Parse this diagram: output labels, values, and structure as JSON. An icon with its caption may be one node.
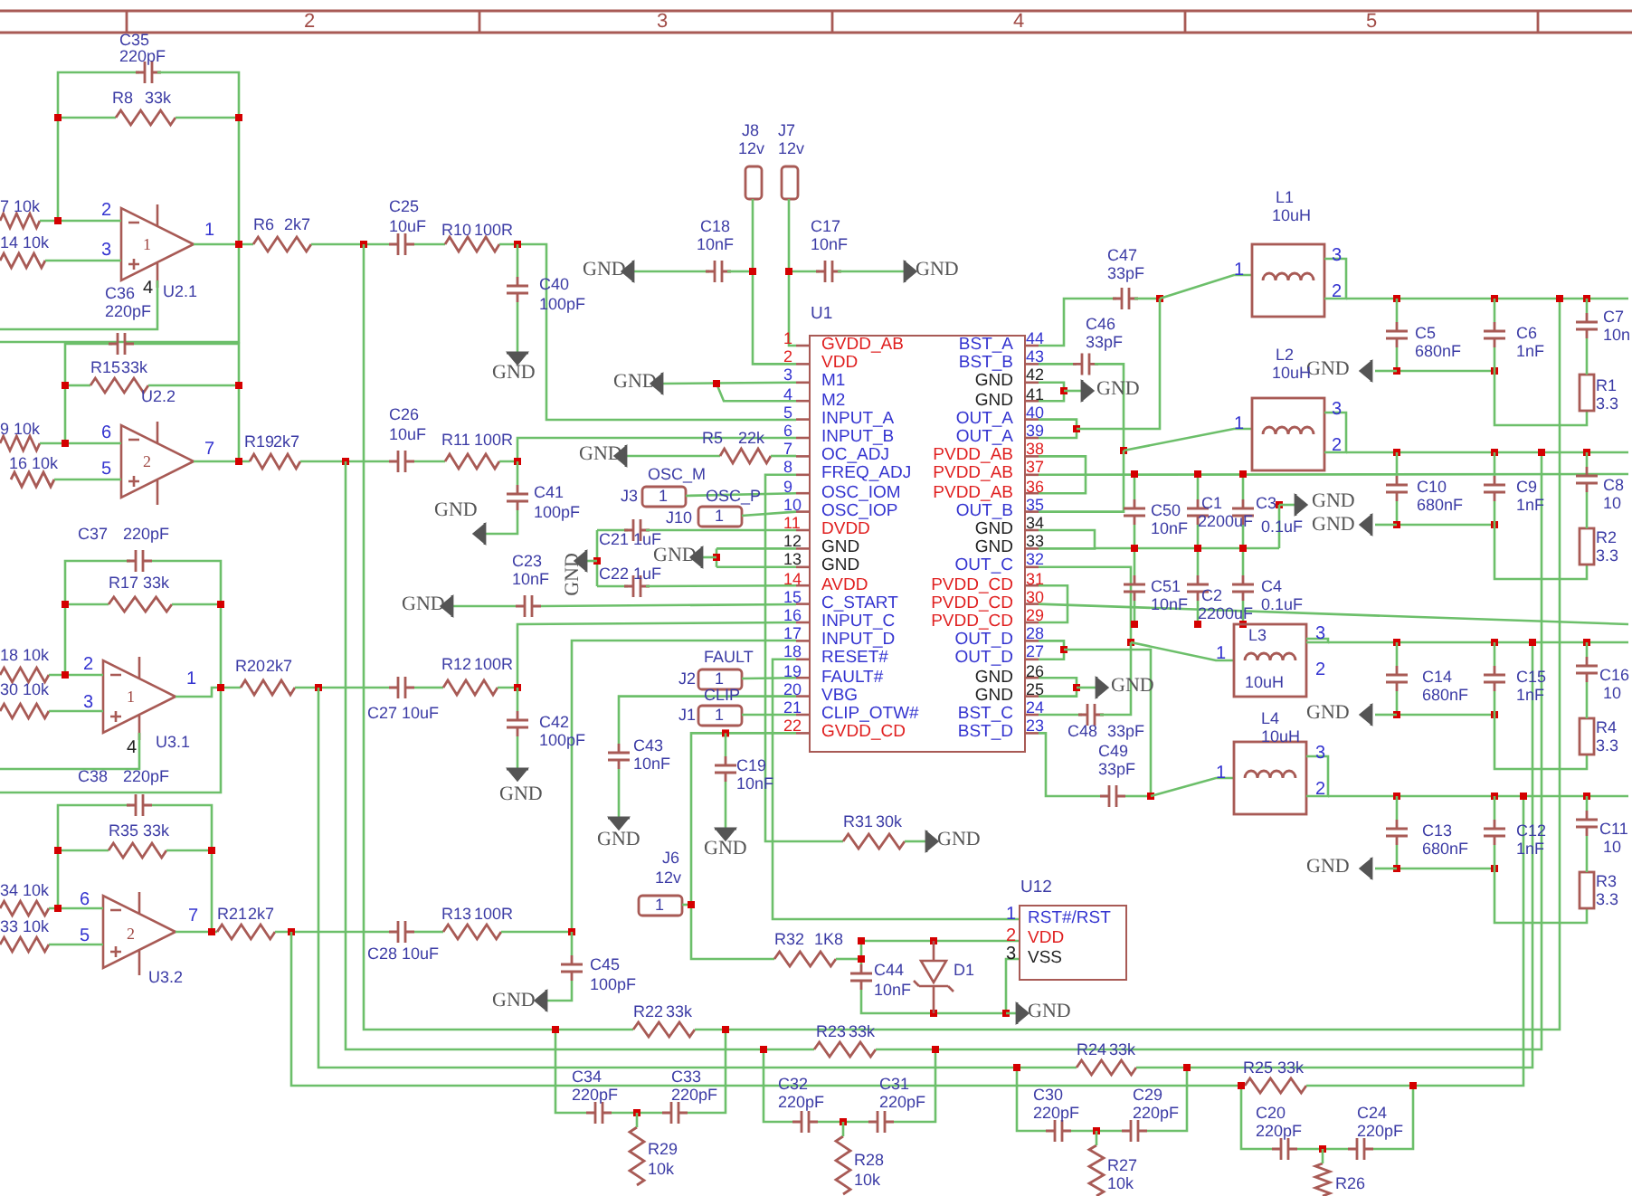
{
  "diagram": {
    "nodes": [
      {
        "text": [
          "U1",
          "GVDD_AB",
          "VDD",
          "M1",
          "M2",
          "INPUT_A",
          "INPUT_B",
          "OC_ADJ",
          "FREQ_ADJ",
          "OSC_IOM",
          "OSC_IOP",
          "DVDD",
          "GND",
          "GND",
          "AVDD",
          "C_START",
          "INPUT_C",
          "INPUT_D",
          "RESET#",
          "FAULT#",
          "VBG",
          "CLIP_OTW#",
          "GVDD_CD",
          "BST_A",
          "BST_B",
          "GND",
          "GND",
          "OUT_A",
          "OUT_A",
          "PVDD_AB",
          "PVDD_AB",
          "PVDD_AB",
          "OUT_B",
          "GND",
          "GND",
          "OUT_C",
          "PVDD_CD",
          "PVDD_CD",
          "PVDD_CD",
          "OUT_D",
          "OUT_D",
          "GND",
          "GND",
          "BST_C",
          "BST_D"
        ]
      },
      {
        "text": [
          "U12",
          "RST#/RST",
          "VDD",
          "VSS"
        ]
      }
    ],
    "labels": [
      "2",
      "3",
      "4",
      "5",
      "C35",
      "220pF",
      "R8",
      "33k",
      "7 10k",
      "14 10k",
      "2",
      "3",
      "1",
      "1",
      "C36",
      "4",
      "U2.1",
      "220pF",
      "R6",
      "2k7",
      "C25",
      "10uF",
      "R10",
      "100R",
      "C40",
      "100pF",
      "R15",
      "33k",
      "GND",
      "U2.2",
      "9 10k",
      "16 10k",
      "6",
      "5",
      "2",
      "7",
      "R19",
      "2k7",
      "C26",
      "10uF",
      "R11",
      "100R",
      "GND",
      "C41",
      "100pF",
      "C23",
      "10nF",
      "GND",
      "C37",
      "220pF",
      "R17",
      "33k",
      "18 10k",
      "30 10k",
      "2",
      "3",
      "1",
      "1",
      "4",
      "U3.1",
      "C38",
      "220pF",
      "R20",
      "2k7",
      "C27",
      "10uF",
      "R12",
      "100R",
      "C42",
      "100pF",
      "GND",
      "R35",
      "33k",
      "34 10k",
      "33 10k",
      "6",
      "5",
      "2",
      "7",
      "U3.2",
      "R21",
      "2k7",
      "C28",
      "10uF",
      "R13",
      "100R",
      "C45",
      "100pF",
      "GND",
      "R22",
      "33k",
      "R23",
      "33k",
      "R24",
      "33k",
      "R25",
      "33k",
      "C34",
      "220pF",
      "C33",
      "220pF",
      "R29",
      "10k",
      "C32",
      "220pF",
      "C31",
      "220pF",
      "R28",
      "10k",
      "C30",
      "220pF",
      "C29",
      "220pF",
      "R27",
      "10k",
      "C20",
      "220pF",
      "C24",
      "220pF",
      "R26",
      "J8",
      "12v",
      "J7",
      "12v",
      "C18",
      "10nF",
      "GND",
      "C17",
      "10nF",
      "GND",
      "GND",
      "R5",
      "22k",
      "GND",
      "OSC_M",
      "J3",
      "1",
      "OSC_P",
      "J10",
      "1",
      "C21",
      "1uF",
      "GND",
      "GND",
      "C22",
      "1uF",
      "FAULT",
      "J2",
      "1",
      "CLIP",
      "J1",
      "1",
      "C43",
      "10nF",
      "GND",
      "C19",
      "10nF",
      "GND",
      "R31",
      "30k",
      "GND",
      "J6",
      "12v",
      "1",
      "R32",
      "1K8",
      "C44",
      "10nF",
      "D1",
      "GND",
      "1",
      "2",
      "3",
      "C47",
      "33pF",
      "L1",
      "10uH",
      "1",
      "3",
      "2",
      "C46",
      "33pF",
      "GND",
      "GND",
      "C5",
      "680nF",
      "C6",
      "1nF",
      "C7",
      "10n",
      "R1",
      "3.3",
      "L2",
      "10uH",
      "1",
      "3",
      "2",
      "C10",
      "680nF",
      "C9",
      "1nF",
      "C8",
      "10",
      "R2",
      "3.3",
      "C50",
      "10nF",
      "C1",
      "2200uF",
      "C3",
      "0.1uF",
      "GND",
      "GND",
      "C51",
      "10nF",
      "C2",
      "2200uF",
      "C4",
      "0.1uF",
      "L3",
      "10uH",
      "1",
      "3",
      "2",
      "GND",
      "C48",
      "33pF",
      "C14",
      "680nF",
      "C15",
      "1nF",
      "C16",
      "10",
      "R4",
      "3.3",
      "GND",
      "C49",
      "33pF",
      "L4",
      "10uH",
      "1",
      "3",
      "2",
      "C13",
      "680nF",
      "C12",
      "1nF",
      "C11",
      "10",
      "R3",
      "3.3",
      "GND",
      "1",
      "2",
      "3",
      "4",
      "5",
      "6",
      "7",
      "8",
      "9",
      "10",
      "11",
      "12",
      "13",
      "14",
      "15",
      "16",
      "17",
      "18",
      "19",
      "20",
      "21",
      "22",
      "44",
      "43",
      "42",
      "41",
      "40",
      "39",
      "38",
      "37",
      "36",
      "35",
      "34",
      "33",
      "32",
      "31",
      "30",
      "29",
      "28",
      "27",
      "26",
      "25",
      "24",
      "23"
    ]
  }
}
